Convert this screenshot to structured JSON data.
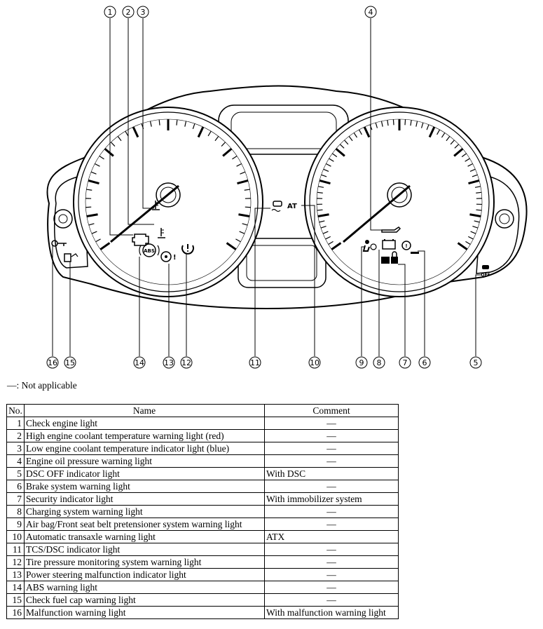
{
  "diagram": {
    "callouts": [
      "1",
      "2",
      "3",
      "4",
      "5",
      "6",
      "7",
      "8",
      "9",
      "10",
      "11",
      "12",
      "13",
      "14",
      "15",
      "16"
    ],
    "at_label": "AT",
    "abs_label": "ABS",
    "off_label": "OFF"
  },
  "legend_text": "—: Not applicable",
  "table": {
    "headers": {
      "no": "No.",
      "name": "Name",
      "comment": "Comment"
    },
    "rows": [
      {
        "no": "1",
        "name": "Check engine light",
        "comment": "—"
      },
      {
        "no": "2",
        "name": "High engine coolant temperature warning light (red)",
        "comment": "—"
      },
      {
        "no": "3",
        "name": "Low engine coolant temperature indicator light (blue)",
        "comment": "—"
      },
      {
        "no": "4",
        "name": "Engine oil pressure warning light",
        "comment": "—"
      },
      {
        "no": "5",
        "name": "DSC OFF indicator light",
        "comment": "With DSC"
      },
      {
        "no": "6",
        "name": "Brake system warning light",
        "comment": "—"
      },
      {
        "no": "7",
        "name": "Security indicator light",
        "comment": "With immobilizer system"
      },
      {
        "no": "8",
        "name": "Charging system warning light",
        "comment": "—"
      },
      {
        "no": "9",
        "name": "Air bag/Front seat belt pretensioner system warning light",
        "comment": "—"
      },
      {
        "no": "10",
        "name": "Automatic transaxle warning light",
        "comment": "ATX"
      },
      {
        "no": "11",
        "name": "TCS/DSC indicator light",
        "comment": "—"
      },
      {
        "no": "12",
        "name": "Tire pressure monitoring system warning light",
        "comment": "—"
      },
      {
        "no": "13",
        "name": "Power steering malfunction indicator light",
        "comment": "—"
      },
      {
        "no": "14",
        "name": "ABS warning light",
        "comment": "—"
      },
      {
        "no": "15",
        "name": "Check fuel cap warning light",
        "comment": "—"
      },
      {
        "no": "16",
        "name": "Malfunction warning light",
        "comment": "With malfunction warning light"
      }
    ]
  }
}
